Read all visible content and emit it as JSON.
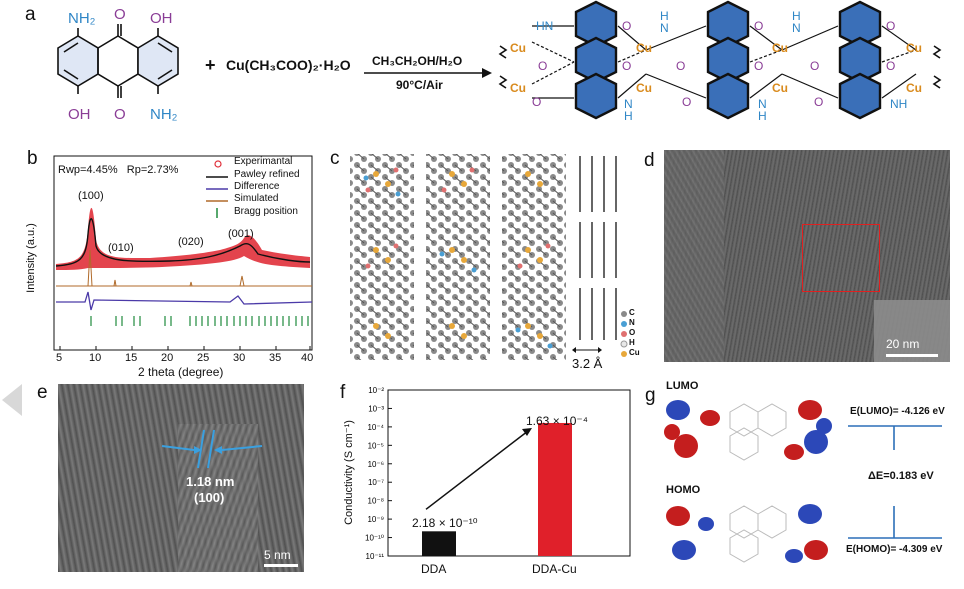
{
  "panels": {
    "a": "a",
    "b": "b",
    "c": "c",
    "d": "d",
    "e": "e",
    "f": "f",
    "g": "g"
  },
  "scheme": {
    "reactant_groups": {
      "nh2_top": "NH₂",
      "oh_top": "OH",
      "oh_bottom": "OH",
      "nh2_bottom": "NH₂",
      "o_top": "O",
      "o_bottom": "O"
    },
    "plus": "+",
    "reagent": "Cu(CH₃COO)₂·H₂O",
    "solvent": "CH₃CH₂OH/H₂O",
    "conditions": "90°C/Air",
    "product_atoms": {
      "cu": "Cu",
      "o": "O",
      "hn": "HN",
      "h": "H",
      "n": "N",
      "nh": "NH"
    }
  },
  "xrd": {
    "stats": "Rwp=4.45%   Rp=2.73%",
    "legend": [
      {
        "name": "Experimantal",
        "color": "#e0303a"
      },
      {
        "name": "Pawley refined",
        "color": "#111111"
      },
      {
        "name": "Difference",
        "color": "#4b3aa8"
      },
      {
        "name": "Simulated",
        "color": "#b06a2a"
      },
      {
        "name": "Bragg position",
        "color": "#1f8a3c"
      }
    ],
    "peaks": [
      "(100)",
      "(010)",
      "(020)",
      "(001)"
    ],
    "ylabel": "Intensity (a.u.)",
    "xlabel": "2 theta (degree)",
    "xticks": [
      "5",
      "10",
      "15",
      "20",
      "25",
      "30",
      "35",
      "40"
    ]
  },
  "structure": {
    "legend": [
      "C",
      "N",
      "O",
      "H",
      "Cu"
    ],
    "spacing": "3.2 Å"
  },
  "tem_d": {
    "scale": "20 nm"
  },
  "tem_e": {
    "spacing": "1.18 nm",
    "plane": "(100)",
    "scale": "5 nm"
  },
  "conductivity": {
    "chart_data": {
      "type": "bar",
      "categories": [
        "DDA",
        "DDA-Cu"
      ],
      "values": [
        2.18e-10,
        0.000163
      ],
      "value_labels": [
        "2.18 × 10⁻¹⁰",
        "1.63 × 10⁻⁴"
      ],
      "ylabel": "Conductivity (S cm⁻¹)",
      "yscale": "log",
      "ylim": [
        1e-11,
        0.01
      ],
      "yticks": [
        "10⁻¹¹",
        "10⁻¹⁰",
        "10⁻⁹",
        "10⁻⁸",
        "10⁻⁷",
        "10⁻⁶",
        "10⁻⁵",
        "10⁻⁴",
        "10⁻³",
        "10⁻²"
      ],
      "colors": [
        "#111111",
        "#e0202a"
      ]
    }
  },
  "orbitals": {
    "lumo": "LUMO",
    "homo": "HOMO",
    "e_lumo": "E(LUMO)= -4.126 eV",
    "delta": "ΔE=0.183 eV",
    "e_homo": "E(HOMO)= -4.309 eV"
  }
}
